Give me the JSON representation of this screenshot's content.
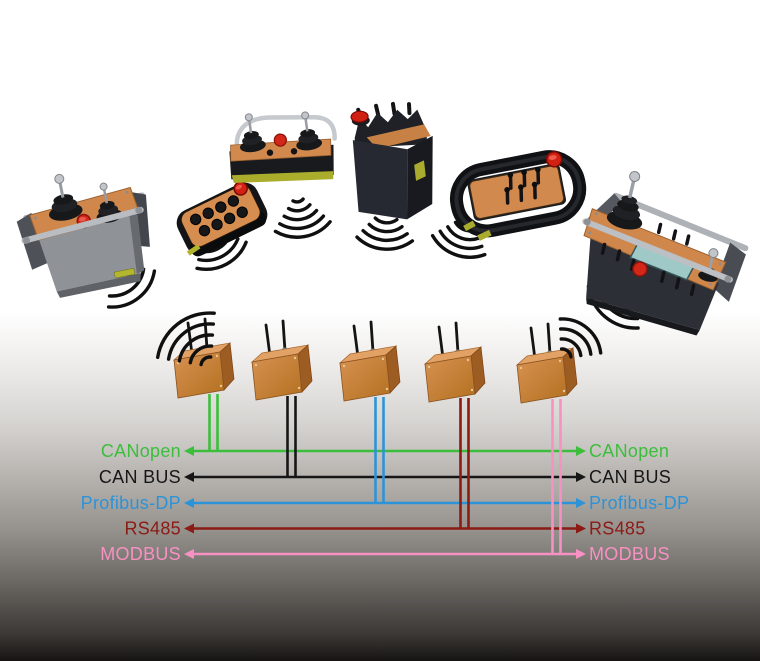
{
  "diagram": {
    "description_visible_text_only": true,
    "buses": [
      {
        "label": "CANopen",
        "color": "#3cbe3c"
      },
      {
        "label": "CAN BUS",
        "color": "#161616"
      },
      {
        "label": "Profibus-DP",
        "color": "#2d93d8"
      },
      {
        "label": "RS485",
        "color": "#8c1a15"
      },
      {
        "label": "MODBUS",
        "color": "#f791c3"
      }
    ],
    "devices": [
      {
        "icon": "dual-joystick-transmitter-icon"
      },
      {
        "icon": "handheld-pushbutton-remote-icon"
      },
      {
        "icon": "dual-joystick-waist-transmitter-icon"
      },
      {
        "icon": "vertical-lever-transmitter-icon"
      },
      {
        "icon": "handlebar-toggle-transmitter-icon"
      },
      {
        "icon": "joystick-display-transmitter-icon"
      }
    ],
    "receivers": {
      "icon": "radio-receiver-icon",
      "count": 5,
      "antennas_per_receiver": 2
    },
    "signal": {
      "icon": "wireless-signal-arcs-icon"
    },
    "palette": {
      "panel_orange": "#d0874b",
      "receiver_orange": "#c67f3e",
      "estop_red": "#d02113",
      "label_yellow": "#aaac2c",
      "lcd_teal": "#9ec9c6",
      "handle_silver": "#b9bcc0",
      "body_dark": "#26282e",
      "body_gray": "#8f9296"
    }
  },
  "buses": [
    {
      "label": "CANopen",
      "color": "#3cbe3c"
    },
    {
      "label": "CAN BUS",
      "color": "#161616"
    },
    {
      "label": "Profibus-DP",
      "color": "#2d93d8"
    },
    {
      "label": "RS485",
      "color": "#8c1a15"
    },
    {
      "label": "MODBUS",
      "color": "#f791c3"
    }
  ]
}
